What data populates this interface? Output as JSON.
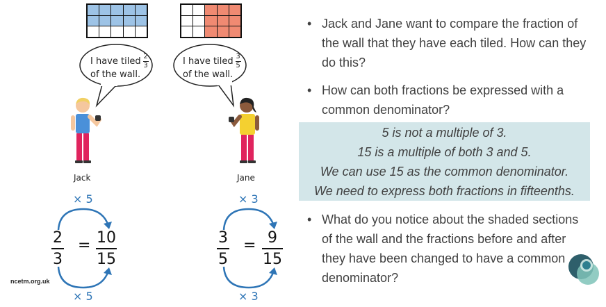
{
  "jack": {
    "speech_prefix": "I have tiled",
    "speech_num": "2",
    "speech_den": "3",
    "speech_suffix": "of the wall.",
    "name": "Jack",
    "multiplier_top": "× 5",
    "multiplier_bottom": "× 5",
    "frac_left_num": "2",
    "frac_left_den": "3",
    "frac_right_num": "10",
    "frac_right_den": "15",
    "equals": "=",
    "wall_color": "#9dc3e6"
  },
  "jane": {
    "speech_prefix": "I have tiled",
    "speech_num": "3",
    "speech_den": "5",
    "speech_suffix": "of the wall.",
    "name": "Jane",
    "multiplier_top": "× 3",
    "multiplier_bottom": "× 3",
    "frac_left_num": "3",
    "frac_left_den": "5",
    "frac_right_num": "9",
    "frac_right_den": "15",
    "equals": "=",
    "wall_color": "#f08a72"
  },
  "bullets": [
    "Jack and Jane want to compare the fraction of the wall that they have each tiled. How can they do this?",
    "How can both fractions be expressed with a common denominator?",
    "What do you notice about the shaded sections of the wall and the fractions before and after they have been changed to have a common denominator?"
  ],
  "bullet_symbol": "•",
  "callout": [
    "5 is not a multiple of 3.",
    "15 is a multiple of both 3 and 5.",
    "We can use 15 as the common denominator.",
    "We need to express both fractions in fifteenths."
  ],
  "callout_bg": "#d3e6e9",
  "arrow_color": "#2e75b6",
  "source": "ncetm.org.uk"
}
